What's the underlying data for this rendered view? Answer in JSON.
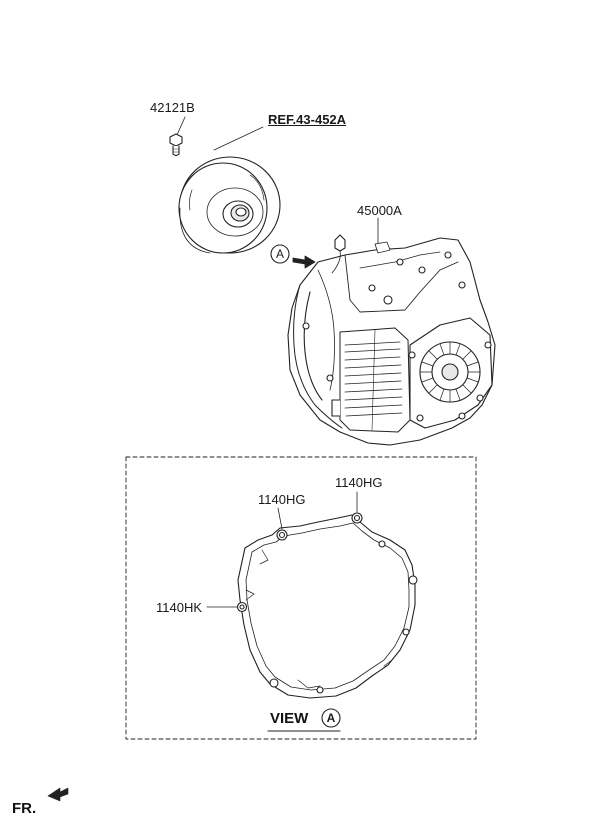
{
  "parts": {
    "bolt_number": "42121B",
    "reference": "REF.43-452A",
    "transmission_number": "45000A",
    "dowel_top": "1140HG",
    "dowel_left": "1140HG",
    "bolt_hk": "1140HK"
  },
  "view": {
    "word": "VIEW",
    "marker": "A"
  },
  "arrow_marker": "A",
  "front_label": "FR."
}
